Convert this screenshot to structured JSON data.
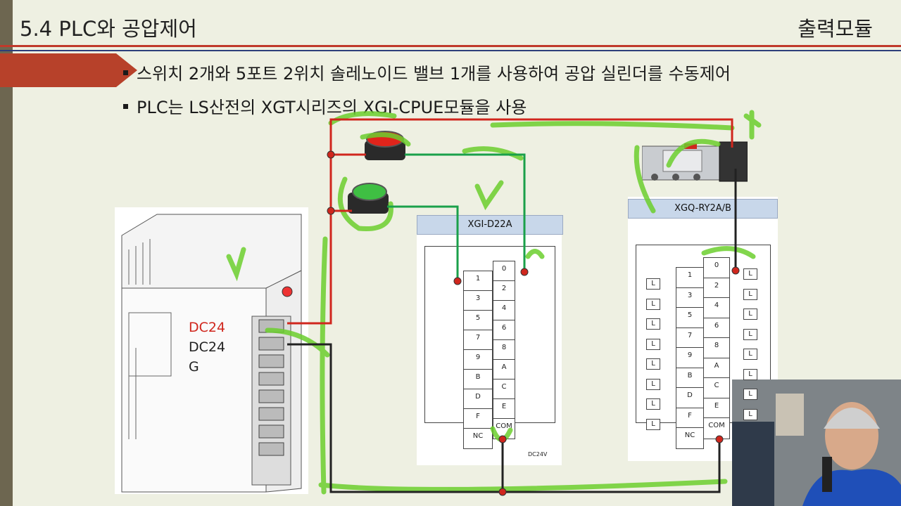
{
  "header": {
    "title": "5.4 PLC와 공압제어",
    "section": "출력모듈"
  },
  "bullets": [
    "스위치 2개와 5포트 2위치 솔레노이드 밸브 1개를 사용하여 공압 실린더를 수동제어",
    "PLC는 LS산전의 XGT시리즈의 XGI-CPUE모듈을 사용"
  ],
  "input_module": {
    "name": "XGI-D22A",
    "terminals": [
      "0",
      "1",
      "2",
      "3",
      "4",
      "5",
      "6",
      "7",
      "8",
      "9",
      "A",
      "B",
      "C",
      "D",
      "E",
      "F",
      "COM",
      "NC"
    ],
    "power_label": "DC24V"
  },
  "output_module": {
    "name": "XGQ-RY2A/B",
    "terminals": [
      "0",
      "1",
      "2",
      "3",
      "4",
      "5",
      "6",
      "7",
      "8",
      "9",
      "A",
      "B",
      "C",
      "D",
      "E",
      "F",
      "COM",
      "NC"
    ],
    "load_label": "L"
  },
  "plc_labels": {
    "dc24_pos": "DC24",
    "dc24_neg": "DC24",
    "ground": "G"
  },
  "colors": {
    "accent_red": "#c0392b",
    "accent_navy": "#2c3e7a",
    "wire_red": "#d0261d",
    "wire_green": "#1aa04a",
    "annotation_green": "#6ccf2e"
  }
}
